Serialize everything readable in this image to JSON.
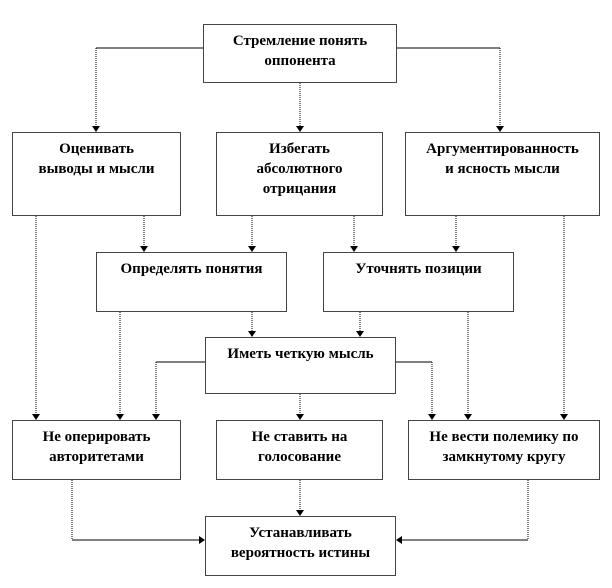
{
  "nodes": {
    "top": "Стремление понять\nоппонента",
    "evaluate": "Оценивать\nвыводы и мысли",
    "avoid": "Избегать\nабсолютного\nотрицания",
    "argument": "Аргументированность\nи ясность мысли",
    "define": "Определять понятия",
    "clarify": "Уточнять позиции",
    "clear_thought": "Иметь четкую мысль",
    "no_authority": "Не оперировать\nавторитетами",
    "no_vote": "Не ставить на\nголосование",
    "no_circle": "Не вести полемику по\nзамкнутому кругу",
    "truth": "Устанавливать\nвероятность истины"
  }
}
